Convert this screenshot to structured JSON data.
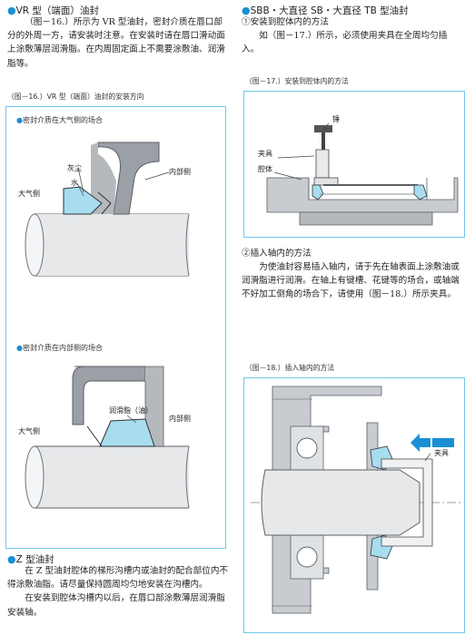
{
  "left": {
    "vr_heading": "VR 型（端面）油封",
    "vr_para": "（图－16.）所示为 VR 型油封，密封介质在唇口部分的外周一方，请安装时注意。在安装时请在唇口滑动面上涂敷薄层润滑脂。在内周固定面上不需要涂敷油、润滑脂等。",
    "fig16_caption": "（图－16.）VR 型（端面）油封的安装方向",
    "fig16_sub1": "密封介质在大气侧的场合",
    "fig16_sub1_labels": {
      "dust": "灰尘",
      "water": "水",
      "inner": "内部侧",
      "atmos": "大气侧"
    },
    "fig16_sub2": "密封介质在内部侧的场合",
    "fig16_sub2_labels": {
      "grease": "润滑脂（油）",
      "inner": "内部侧",
      "atmos": "大气侧"
    },
    "z_heading": "Z 型油封",
    "z_para1": "在 Z 型油封腔体的梯形沟槽内或油封的配合部位内不得涂敷油脂。请尽量保持圆周均匀地安装在沟槽内。",
    "z_para2": "在安装到腔体沟槽内以后，在唇口部涂敷薄层润滑脂安装轴。"
  },
  "right": {
    "sbb_heading": "SBB・大直径 SB・大直径 TB 型油封",
    "sbb_sub1": "①安装到腔体内的方法",
    "sbb_para1": "如（图－17.）所示，必须使用夹具在全周均匀插入。",
    "fig17_caption": "（图－17.）安装到腔体内的方法",
    "fig17_labels": {
      "hammer": "锤",
      "fixture": "夹具",
      "housing": "腔体"
    },
    "sbb_sub2": "②插入轴内的方法",
    "sbb_para2": "为使油封容易插入轴内，请于先在轴表面上涂敷油或润滑脂进行润滑。在轴上有键槽、花键等的场合，或轴端不好加工倒角的场合下，请使用（图－18.）所示夹具。",
    "fig18_caption": "（图－18.）插入轴内的方法",
    "fig18_labels": {
      "fixture": "夹具"
    }
  },
  "colors": {
    "accent": "#1a8fd4",
    "frame": "#6ec6ea",
    "seal_fill": "#a8dcef",
    "steel": "#c8ccd0"
  }
}
